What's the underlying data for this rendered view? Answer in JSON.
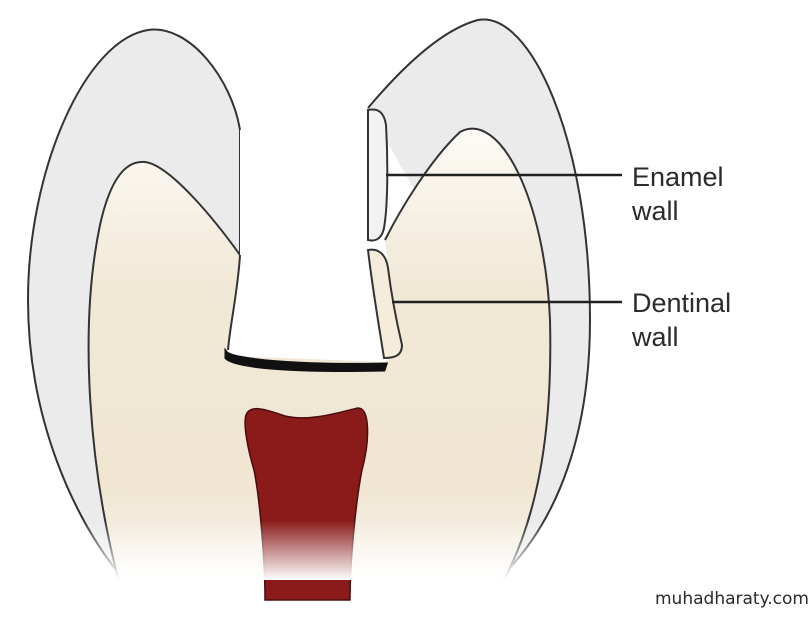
{
  "labels": {
    "enamel_wall": {
      "line1": "Enamel",
      "line2": "wall"
    },
    "dentinal_wall": {
      "line1": "Dentinal",
      "line2": "wall"
    }
  },
  "watermark": "muhadharaty.com",
  "colors": {
    "enamel": "#ebebeb",
    "dentin": "#f1e8d6",
    "pulp": "#8b1a1a",
    "outline": "#333333",
    "cavity_floor": "#111111",
    "background": "#ffffff"
  }
}
